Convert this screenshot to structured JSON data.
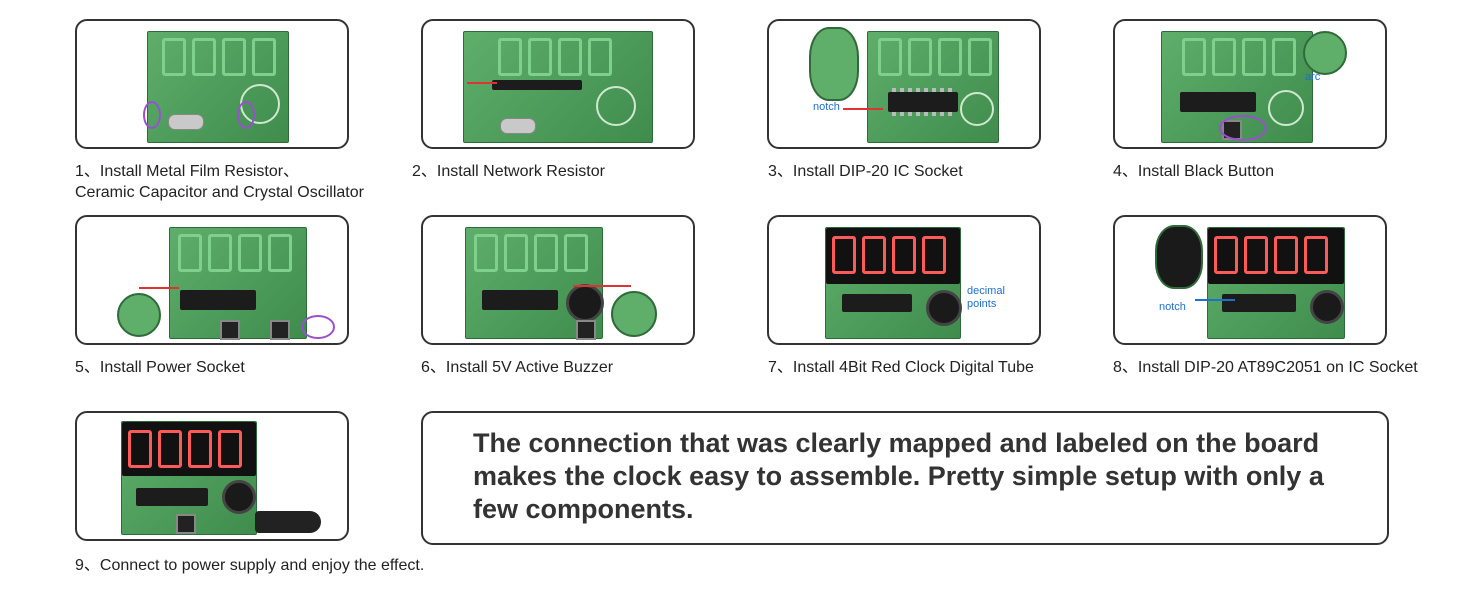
{
  "steps": [
    {
      "caption_l1": "1、Install Metal Film Resistor、",
      "caption_l2": "Ceramic Capacitor and Crystal Oscillator"
    },
    {
      "caption_l1": "2、Install Network Resistor"
    },
    {
      "caption_l1": "3、Install DIP-20 IC Socket",
      "note": "notch"
    },
    {
      "caption_l1": "4、Install Black Button",
      "note": "arc"
    },
    {
      "caption_l1": "5、Install Power Socket"
    },
    {
      "caption_l1": "6、Install 5V Active Buzzer"
    },
    {
      "caption_l1": "7、Install 4Bit Red Clock Digital Tube",
      "note_l1": "decimal",
      "note_l2": "points"
    },
    {
      "caption_l1": "8、Install DIP-20 AT89C2051 on IC Socket",
      "note": "notch"
    },
    {
      "caption_l1": "9、Connect to power supply and enjoy the effect."
    }
  ],
  "quote": "The connection that was clearly mapped and labeled on the board makes the clock easy to assemble. Pretty simple setup with only a few components.",
  "colors": {
    "board_green": "#4f9e5b",
    "digit_red": "#ff5a5a",
    "note_blue": "#1e6fd0",
    "mark_purple": "#9a4fd0"
  }
}
